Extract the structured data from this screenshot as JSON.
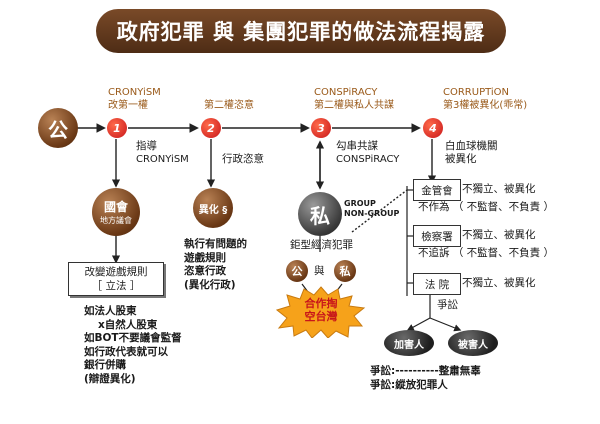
{
  "title": "政府犯罪 與 集團犯罪的做法流程揭露",
  "gong_big": "公",
  "steps": [
    {
      "num": "1",
      "en": "CRONYiSM",
      "zh": "改第一權"
    },
    {
      "num": "2",
      "en": "",
      "zh": "第二權恣意"
    },
    {
      "num": "3",
      "en": "CONSPiRACY",
      "zh": "第二權與私人共謀"
    },
    {
      "num": "4",
      "en": "CORRUPTiON",
      "zh": "第3權被異化(乖常)"
    }
  ],
  "guide": {
    "zh": "指導",
    "en": "CRONYiSM"
  },
  "admin_arb": "行政恣意",
  "collusion": {
    "zh": "勾串共謀",
    "en": "CONSPiRACY"
  },
  "whiteblood": {
    "line1": "白血球機關",
    "line2": "被異化"
  },
  "congress": {
    "line1": "國會",
    "line2": "地方議會"
  },
  "alien": "異化 §",
  "private_ball": "私",
  "group_label": {
    "line1": "GROUP",
    "line2": "NON-GROUP"
  },
  "mega_crime": "鉅型經濟犯罪",
  "gong_small": "公",
  "yu": "與",
  "si_small": "私",
  "burst": {
    "line1": "合作掏",
    "line2": "空台灣"
  },
  "rules_box": {
    "line1": "改變遊戲規則",
    "line2": "［ 立法 ］"
  },
  "rules_list": [
    "如法人股東",
    "x自然人股東",
    "如BOT不要議會監督",
    "如行政代表就可以",
    "銀行併購",
    "(辯證異化)"
  ],
  "exec_list": [
    "執行有問題的",
    "遊戲規則",
    "恣意行政",
    "(異化行政)"
  ],
  "orgs": [
    {
      "name": "金管會",
      "text1": "不獨立、被異化",
      "text2": "不作為 （ 不監督、不負責 ）"
    },
    {
      "name": "檢察署",
      "text1": "不獨立、被異化",
      "text2": "不追訴 （ 不監督、不負責 ）"
    },
    {
      "name": "法 院",
      "text1": "不獨立、被異化",
      "text2": ""
    }
  ],
  "dispute": "爭訟",
  "victim": "加害人",
  "perp": "被害人",
  "outcomes": [
    "爭訟:----------整肅無辜",
    "爭訟:縱放犯罪人"
  ],
  "colors": {
    "brown": "#9a5a1a",
    "red": "#c8161a",
    "banner": "#5a3219",
    "burst": "#f6a21a"
  }
}
